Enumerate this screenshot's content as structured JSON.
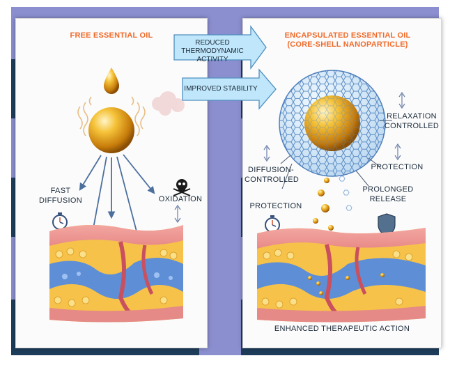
{
  "left_panel": {
    "title": "FREE ESSENTIAL OIL",
    "labels": {
      "fast_diffusion": "FAST\nDIFFUSION",
      "oxidation": "OXIDATION"
    }
  },
  "arrows": {
    "reduced_activity": "REDUCED\nTHERMODYNAMIC ACTIVITY",
    "improved_stability": "IMPROVED STABILITY"
  },
  "right_panel": {
    "title": "ENCAPSULATED ESSENTIAL OIL\n(CORE-SHELL NANOPARTICLE)",
    "labels": {
      "relaxation_controlled": "RELAXATION\nCONTROLLED",
      "diffusion_controlled": "DIFFUSION-\nCONTROLLED",
      "protection_right": "PROTECTION",
      "prolonged_release": "PROLONGED\nRELEASE",
      "protection_left": "PROTECTION"
    },
    "footer": "ENHANCED THERAPEUTIC ACTION"
  },
  "colors": {
    "background_dark": "#1e3d5a",
    "background_stripe": "#8b8fd0",
    "title_orange": "#f06a2a",
    "arrow_blue": "#bfe6fa",
    "oil_gold": "#e7a51d"
  }
}
